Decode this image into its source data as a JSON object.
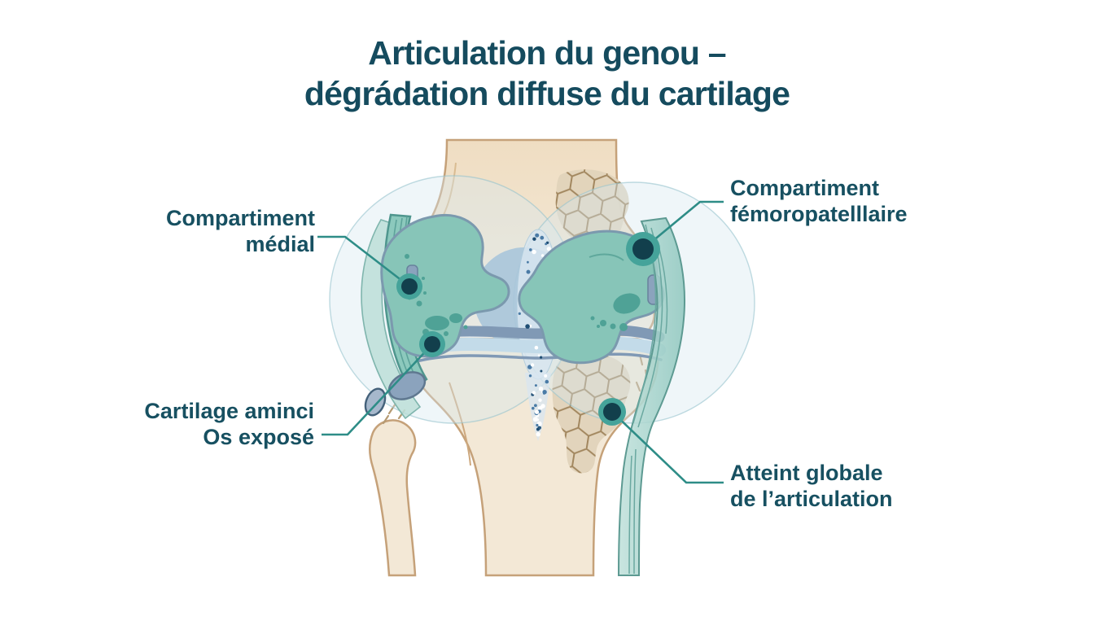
{
  "title": {
    "line1": "Articulation du genou –",
    "line2": "dégrádation diffuse du cartilage"
  },
  "labels": {
    "medial": {
      "line1": "Compartiment",
      "line2": "médial"
    },
    "femoropatellaire": {
      "line1": "Compartiment",
      "line2": "fémoropatelllaire"
    },
    "cartilage_aminci": {
      "line1": "Cartilage aminci",
      "line2": "Os exposé"
    },
    "atteinte_globale": {
      "line1": "Atteint globale",
      "line2": "de l’articulation"
    }
  },
  "colors": {
    "background": "#ffffff",
    "title_text": "#154b5e",
    "label_text": "#175061",
    "leader_line": "#2e8d87",
    "marker_ring": "#45a39a",
    "marker_core": "#123f4c",
    "bone_fill": "#f3e7d3",
    "bone_outline": "#c5a179",
    "cartilage_fill": "#87c5b8",
    "cartilage_spot": "#4fa296",
    "cartilage_outline": "#7b99ae",
    "meniscus_dark": "#8099b5",
    "meniscus_light": "#c3dbe9",
    "ligament_fill": "#9dd0c6",
    "ligament_outline": "#5d9a92",
    "lesion_fill": "#e0d3ba",
    "lesion_line": "#a2875f",
    "highlight_circle_fill": "#d5e8f0",
    "highlight_circle_edge": "#96c3cd",
    "notch_blue": "#a9c5da",
    "stipple_blue": "#d8e6f0"
  }
}
